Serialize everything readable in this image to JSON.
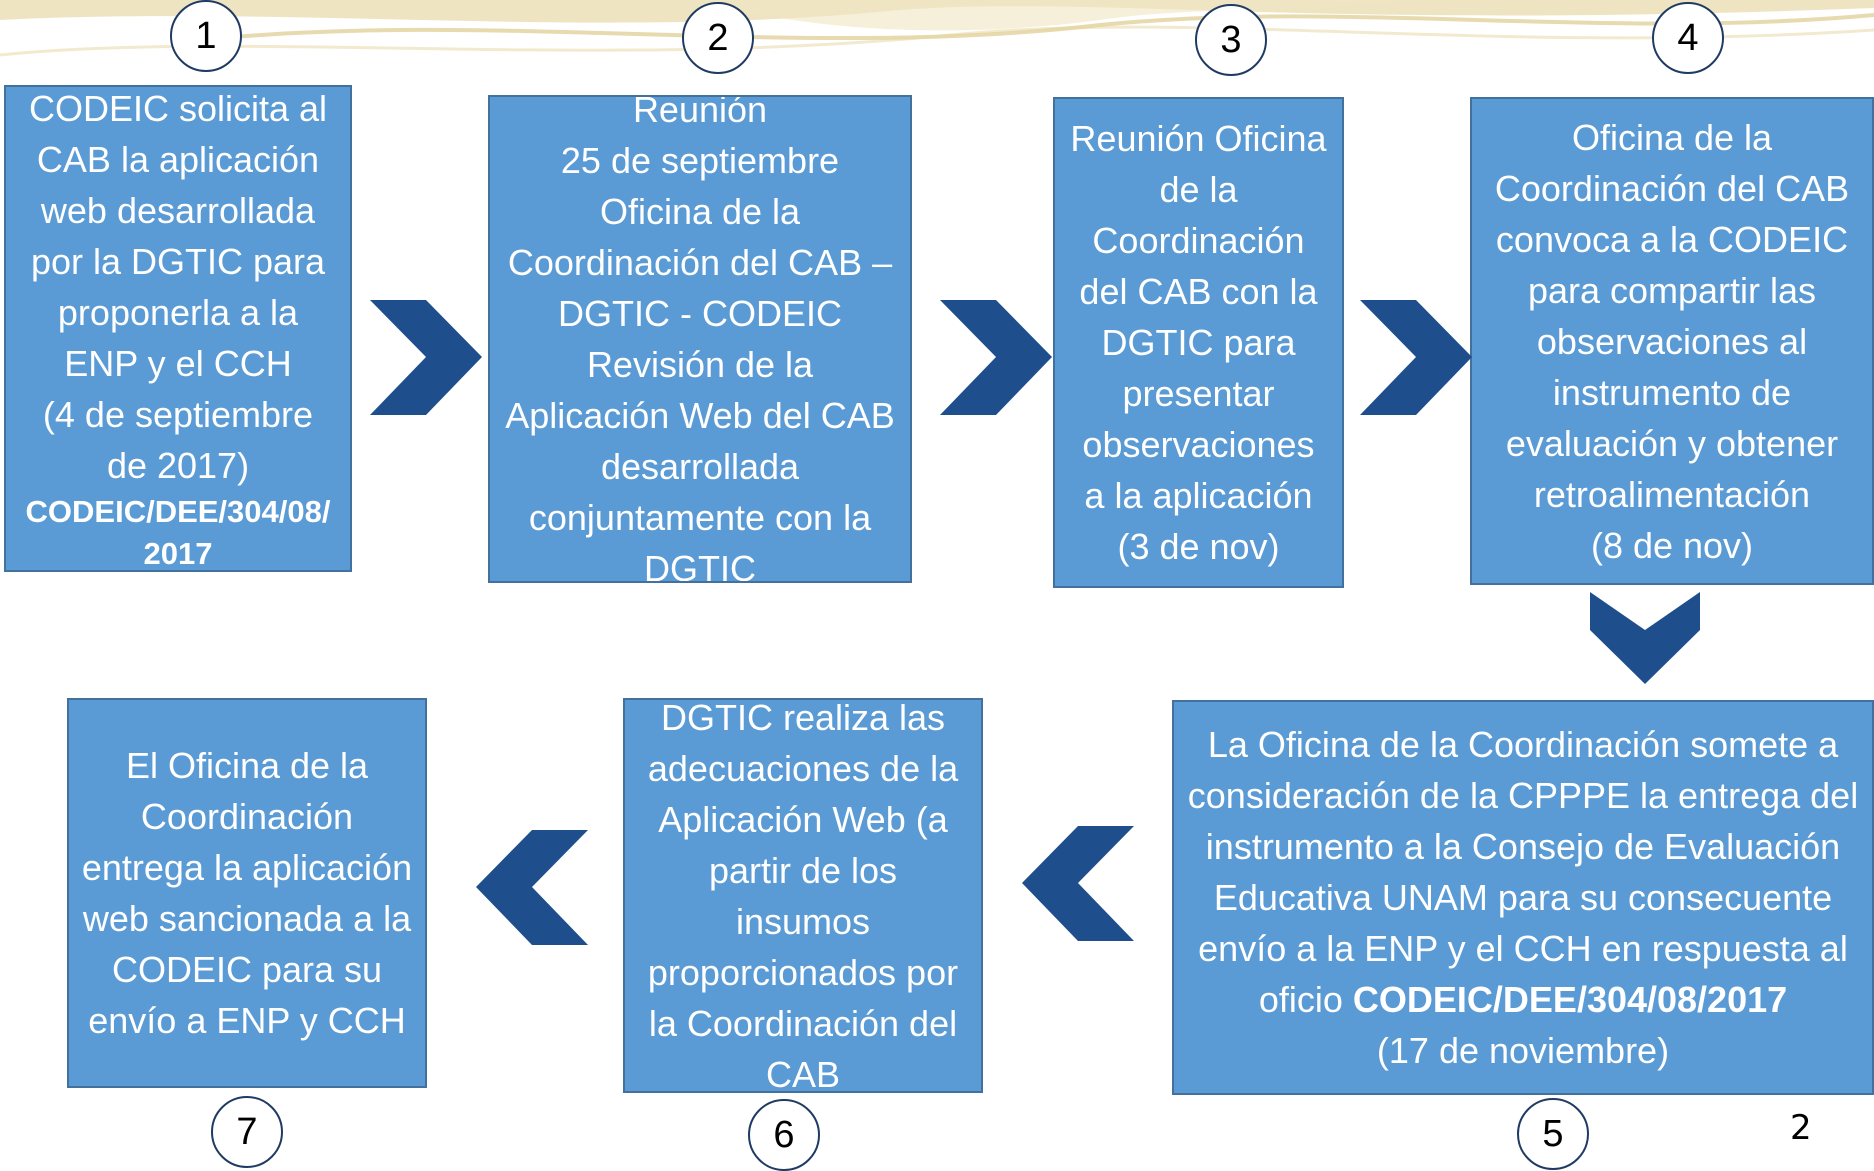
{
  "colors": {
    "box_fill": "#5b9bd5",
    "box_border": "#41719c",
    "arrow": "#1f4e8c",
    "circle_border": "#1f3b63"
  },
  "steps": [
    {
      "number": "1",
      "lines": [
        {
          "text": "CODEIC solicita al"
        },
        {
          "text": "CAB la aplicación"
        },
        {
          "text": "web desarrollada"
        },
        {
          "text": "por la DGTIC para"
        },
        {
          "text": "proponerla a la"
        },
        {
          "text": "ENP y el CCH"
        },
        {
          "text": "(4 de septiembre"
        },
        {
          "text": "de 2017)"
        },
        {
          "text": "CODEIC/DEE/304/08/",
          "bold": true,
          "small": true
        },
        {
          "text": "2017",
          "bold": true,
          "small": true
        }
      ]
    },
    {
      "number": "2",
      "lines": [
        {
          "text": "Reunión"
        },
        {
          "text": "25 de septiembre"
        },
        {
          "text": "Oficina de la"
        },
        {
          "text": "Coordinación del CAB –"
        },
        {
          "text": "DGTIC - CODEIC"
        },
        {
          "text": "Revisión de la"
        },
        {
          "text": "Aplicación Web del CAB"
        },
        {
          "text": "desarrollada"
        },
        {
          "text": "conjuntamente con la"
        },
        {
          "text": "DGTIC"
        }
      ]
    },
    {
      "number": "3",
      "lines": [
        {
          "text": "Reunión Oficina"
        },
        {
          "text": "de la"
        },
        {
          "text": "Coordinación"
        },
        {
          "text": "del CAB con la"
        },
        {
          "text": "DGTIC para"
        },
        {
          "text": "presentar"
        },
        {
          "text": "observaciones"
        },
        {
          "text": "a la aplicación"
        },
        {
          "text": "(3 de nov)"
        }
      ]
    },
    {
      "number": "4",
      "lines": [
        {
          "text": "Oficina de la"
        },
        {
          "text": "Coordinación del CAB"
        },
        {
          "text": "convoca a la CODEIC"
        },
        {
          "text": "para compartir las"
        },
        {
          "text": "observaciones al"
        },
        {
          "text": "instrumento de"
        },
        {
          "text": "evaluación y obtener"
        },
        {
          "text": "retroalimentación"
        },
        {
          "text": "(8 de nov)"
        }
      ]
    },
    {
      "number": "5",
      "lines": [
        {
          "text": "La Oficina de la Coordinación somete a"
        },
        {
          "text": "consideración de la CPPPE la entrega del"
        },
        {
          "text": "instrumento a la Consejo de Evaluación"
        },
        {
          "text": "Educativa UNAM para su consecuente"
        },
        {
          "text": "envío a la ENP y el CCH en respuesta al"
        },
        {
          "text": "oficio ",
          "bold_suffix": "CODEIC/DEE/304/08/2017"
        },
        {
          "text": "(17 de noviembre)"
        }
      ]
    },
    {
      "number": "6",
      "lines": [
        {
          "text": "DGTIC realiza las"
        },
        {
          "text": "adecuaciones de la"
        },
        {
          "text": "Aplicación Web (a"
        },
        {
          "text": "partir de los"
        },
        {
          "text": "insumos"
        },
        {
          "text": "proporcionados por"
        },
        {
          "text": "la Coordinación del"
        },
        {
          "text": "CAB"
        }
      ]
    },
    {
      "number": "7",
      "lines": [
        {
          "text": "El Oficina de la"
        },
        {
          "text": "Coordinación"
        },
        {
          "text": "entrega la aplicación"
        },
        {
          "text": "web sancionada a la"
        },
        {
          "text": "CODEIC para su"
        },
        {
          "text": "envío a ENP y CCH"
        }
      ]
    }
  ],
  "page_number": "2"
}
